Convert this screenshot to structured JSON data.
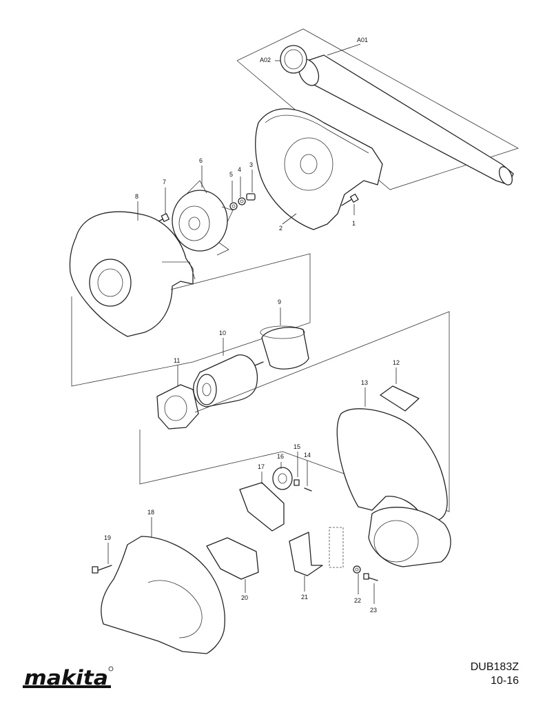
{
  "diagram": {
    "parts": [
      {
        "ref": "A01",
        "label": "A01"
      },
      {
        "ref": "A02",
        "label": "A02"
      },
      {
        "ref": "1",
        "label": "1"
      },
      {
        "ref": "2",
        "label": "2"
      },
      {
        "ref": "3",
        "label": "3"
      },
      {
        "ref": "4",
        "label": "4"
      },
      {
        "ref": "5",
        "label": "5"
      },
      {
        "ref": "6",
        "label": "6"
      },
      {
        "ref": "7",
        "label": "7"
      },
      {
        "ref": "8",
        "label": "8"
      },
      {
        "ref": "9",
        "label": "9"
      },
      {
        "ref": "10",
        "label": "10"
      },
      {
        "ref": "11",
        "label": "11"
      },
      {
        "ref": "12",
        "label": "12"
      },
      {
        "ref": "13",
        "label": "13"
      },
      {
        "ref": "14",
        "label": "14"
      },
      {
        "ref": "15",
        "label": "15"
      },
      {
        "ref": "16",
        "label": "16"
      },
      {
        "ref": "17",
        "label": "17"
      },
      {
        "ref": "18",
        "label": "18"
      },
      {
        "ref": "19",
        "label": "19"
      },
      {
        "ref": "20",
        "label": "20"
      },
      {
        "ref": "21",
        "label": "21"
      },
      {
        "ref": "22",
        "label": "22"
      },
      {
        "ref": "23",
        "label": "23"
      }
    ]
  },
  "footer": {
    "brand": "makita",
    "model": "DUB183Z",
    "page": "10-16"
  }
}
